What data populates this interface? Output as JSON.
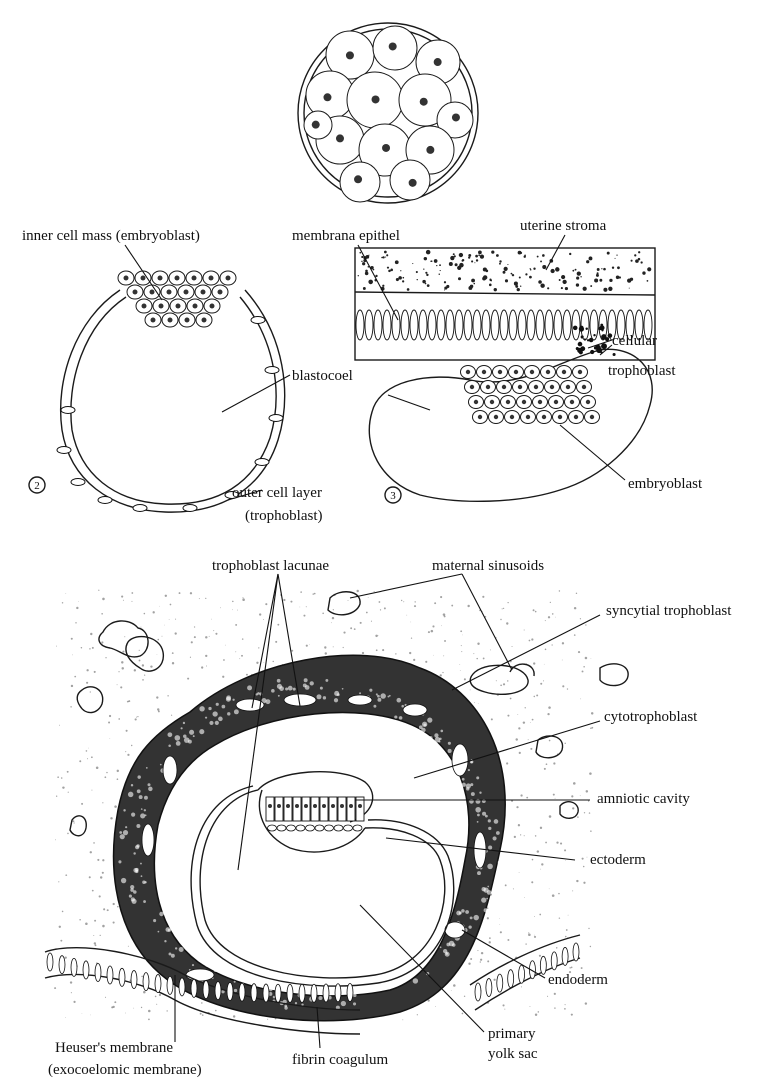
{
  "figure_b": {
    "top_label": "inner cell mass (embryoblast)",
    "cavity_label": "blastocoel",
    "wall_label_line1": "outer cell layer",
    "wall_label_line2": "(trophoblast)",
    "number": "2"
  },
  "figure_c": {
    "epithelium_label": "membrana epithel",
    "stroma_label": "uterine stroma",
    "cellular_label": "cellular",
    "trophoblast_label": "trophoblast",
    "embryoblast_label": "embryoblast",
    "number": "3"
  },
  "figure_d": {
    "lacunae_label": "trophoblast lacunae",
    "sinusoids_label": "maternal sinusoids",
    "syncytial_label": "syncytial trophoblast",
    "cyto_label": "cytotrophoblast",
    "amniotic_label": "amniotic cavity",
    "ectoderm_label": "ectoderm",
    "endoderm_label": "endoderm",
    "yolk_label_line1": "primary",
    "yolk_label_line2": "yolk sac",
    "heuser_label_line1": "Heuser's membrane",
    "heuser_label_line2": "(exocoelomic membrane)",
    "fibrin_label": "fibrin coagulum"
  }
}
